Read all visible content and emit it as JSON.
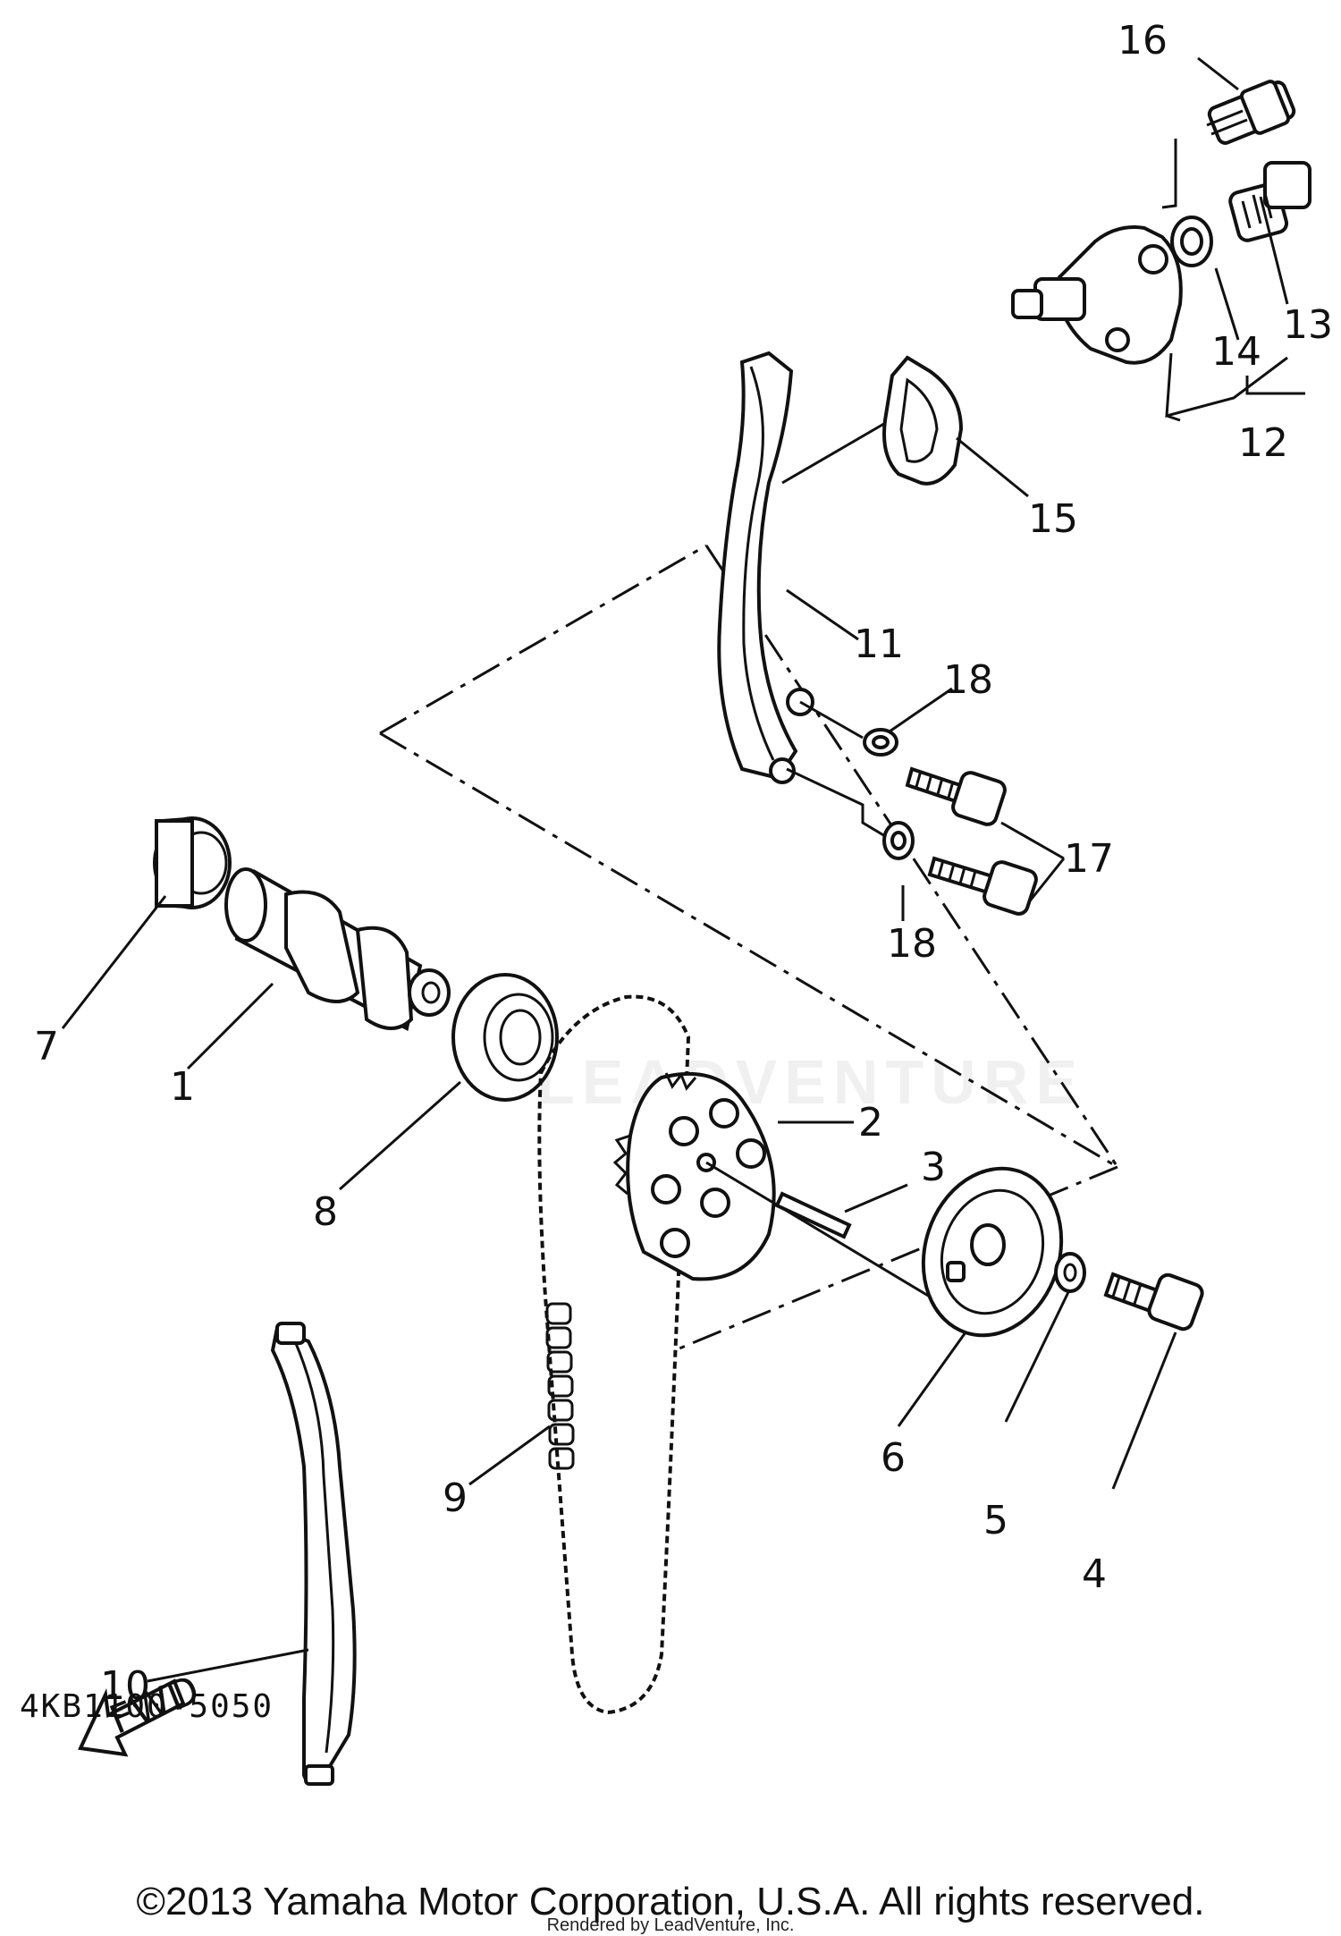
{
  "diagram": {
    "callouts": [
      {
        "id": "1",
        "text": "1"
      },
      {
        "id": "2",
        "text": "2"
      },
      {
        "id": "3",
        "text": "3"
      },
      {
        "id": "4",
        "text": "4"
      },
      {
        "id": "5",
        "text": "5"
      },
      {
        "id": "6",
        "text": "6"
      },
      {
        "id": "7",
        "text": "7"
      },
      {
        "id": "8",
        "text": "8"
      },
      {
        "id": "9",
        "text": "9"
      },
      {
        "id": "10",
        "text": "10"
      },
      {
        "id": "11",
        "text": "11"
      },
      {
        "id": "12",
        "text": "12"
      },
      {
        "id": "13",
        "text": "13"
      },
      {
        "id": "14",
        "text": "14"
      },
      {
        "id": "15",
        "text": "15"
      },
      {
        "id": "16",
        "text": "16"
      },
      {
        "id": "17",
        "text": "17"
      },
      {
        "id": "18a",
        "text": "18"
      },
      {
        "id": "18b",
        "text": "18"
      }
    ],
    "fwd_label": "FWD",
    "ref_code": "4KB1100-5050",
    "watermark": "LEADVENTURE"
  },
  "footer": {
    "copyright": "©2013 Yamaha Motor Corporation, U.S.A. All rights reserved.",
    "render_credit": "Rendered by LeadVenture, Inc."
  },
  "colors": {
    "line": "#111111",
    "background": "#ffffff"
  }
}
